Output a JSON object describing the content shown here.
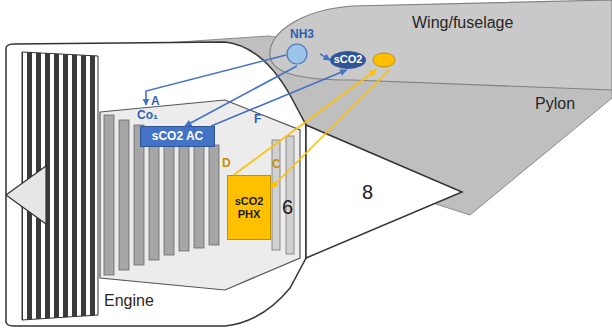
{
  "diagram": {
    "nodes": [
      {
        "text": [
          "Wing/fuselage"
        ]
      },
      {
        "text": [
          "NH3"
        ],
        "in": 0
      },
      {
        "text": [
          "sCO2"
        ],
        "in": 0
      },
      {
        "text": [
          "Pylon"
        ]
      },
      {
        "text": [
          "sCO2 AC"
        ]
      },
      {
        "text": [
          "sCO2 PHX"
        ]
      }
    ],
    "edges": [
      {
        "from": 1,
        "to": 2,
        "arrow": "to"
      },
      {
        "from": 4,
        "to": 2,
        "label": "F",
        "arrow": "to"
      },
      {
        "from": 1,
        "to": 4,
        "arrow": "to"
      },
      {
        "from": 5,
        "to": 2,
        "label": "D",
        "arrow": "to"
      },
      {
        "from": 2,
        "to": 5,
        "label": "C",
        "arrow": "to"
      }
    ],
    "labels": [
      "A",
      "Co₁",
      "6",
      "8",
      "Engine"
    ]
  }
}
